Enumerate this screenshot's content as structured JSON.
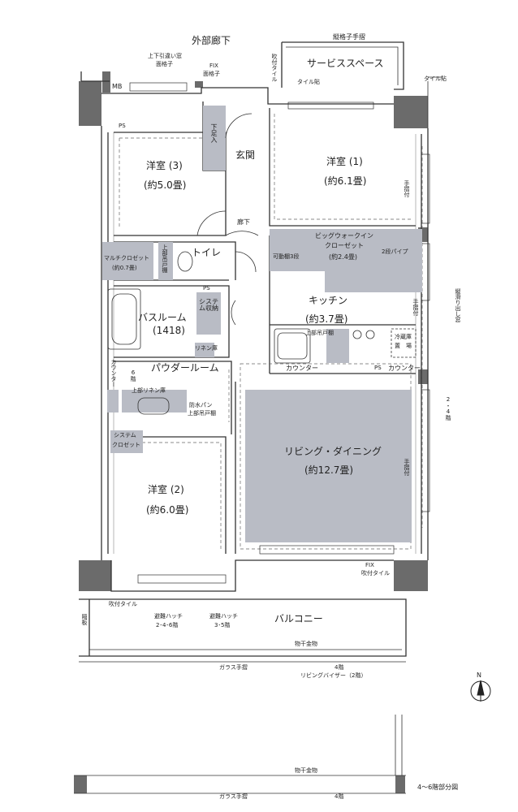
{
  "labels": {
    "corridor_outside": "外部廊下",
    "sliding_window": "上下引違い窓",
    "sliding_window_grille": "面格子",
    "fix": "FIX",
    "fix_grille": "面格子",
    "vertical_handrail": "縦格子手摺",
    "service_space": "サービススペース",
    "fukitsuke_tile": "吹付タイル",
    "tile_finish": "タイル貼",
    "tile_finish_2": "タイル貼",
    "mb": "MB",
    "ps_top": "PS",
    "ps_mid": "PS",
    "ps_kitchen": "PS",
    "shoe_box": "下足入",
    "entrance": "玄関",
    "room3_name": "洋室 (3)",
    "room3_size": "(約5.0畳)",
    "room1_name": "洋室 (1)",
    "room1_size": "(約6.1畳)",
    "handrail_1": "手摺付",
    "handrail_2": "手摺付",
    "handrail_3": "手摺付",
    "hallway": "廊下",
    "wic_name_1": "ビッグウォークイン",
    "wic_name_2": "クローゼット",
    "wic_size": "(約2.4畳)",
    "wic_shelf": "可動棚3段",
    "wic_pipe": "2段パイプ",
    "multi_closet": "マルチクロゼット",
    "multi_closet_size": "(約0.7畳)",
    "upper_cabinet": "上部吊戸棚",
    "toilet": "トイレ",
    "bathroom": "バスルーム",
    "bathroom_size": "(1418)",
    "system_storage": "システム収納",
    "linen": "リネン庫",
    "kitchen": "キッチン",
    "kitchen_size": "(約3.7畳)",
    "kitchen_upper": "上部吊戸棚",
    "fridge_1": "冷蔵庫",
    "fridge_2": "置　場",
    "counter_k1": "カウンター",
    "counter_k2": "カウンター",
    "vertical_window": "縦滑り出し窓",
    "floors_2_4": "2・4階",
    "powder_room": "パウダールーム",
    "counter_p": "カウンター",
    "floor6": "6階",
    "upper_linen": "上部リネン庫",
    "waterproof_pan_1": "防水パン",
    "waterproof_pan_2": "上部吊戸棚",
    "system_closet_1": "システム",
    "system_closet_2": "クロゼット",
    "room2_name": "洋室 (2)",
    "room2_size": "(約6.0畳)",
    "living": "リビング・ダイニング",
    "living_size": "(約12.7畳)",
    "fix_bottom": "FIX",
    "fukitsuke_tile_2": "吹付タイル",
    "fukitsuke_tile_3": "吹付タイル",
    "partition": "隔板",
    "hatch_1a": "避難ハッチ",
    "hatch_1b": "2･4･6階",
    "hatch_2a": "避難ハッチ",
    "hatch_2b": "3･5階",
    "balcony": "バルコニー",
    "clothes_rack": "物干金物",
    "glass_handrail": "ガラス手摺",
    "fourth_floor": "4階",
    "living_visor": "リビングバイザー（2階）",
    "north": "N",
    "clothes_rack_2": "物干金物",
    "glass_handrail_2": "ガラス手摺",
    "fourth_floor_2": "4階",
    "partial_plan": "4～6階部分図"
  },
  "colors": {
    "gray_fill": "#b9bcc5",
    "wall": "#6b6b6b",
    "line": "#333333"
  }
}
